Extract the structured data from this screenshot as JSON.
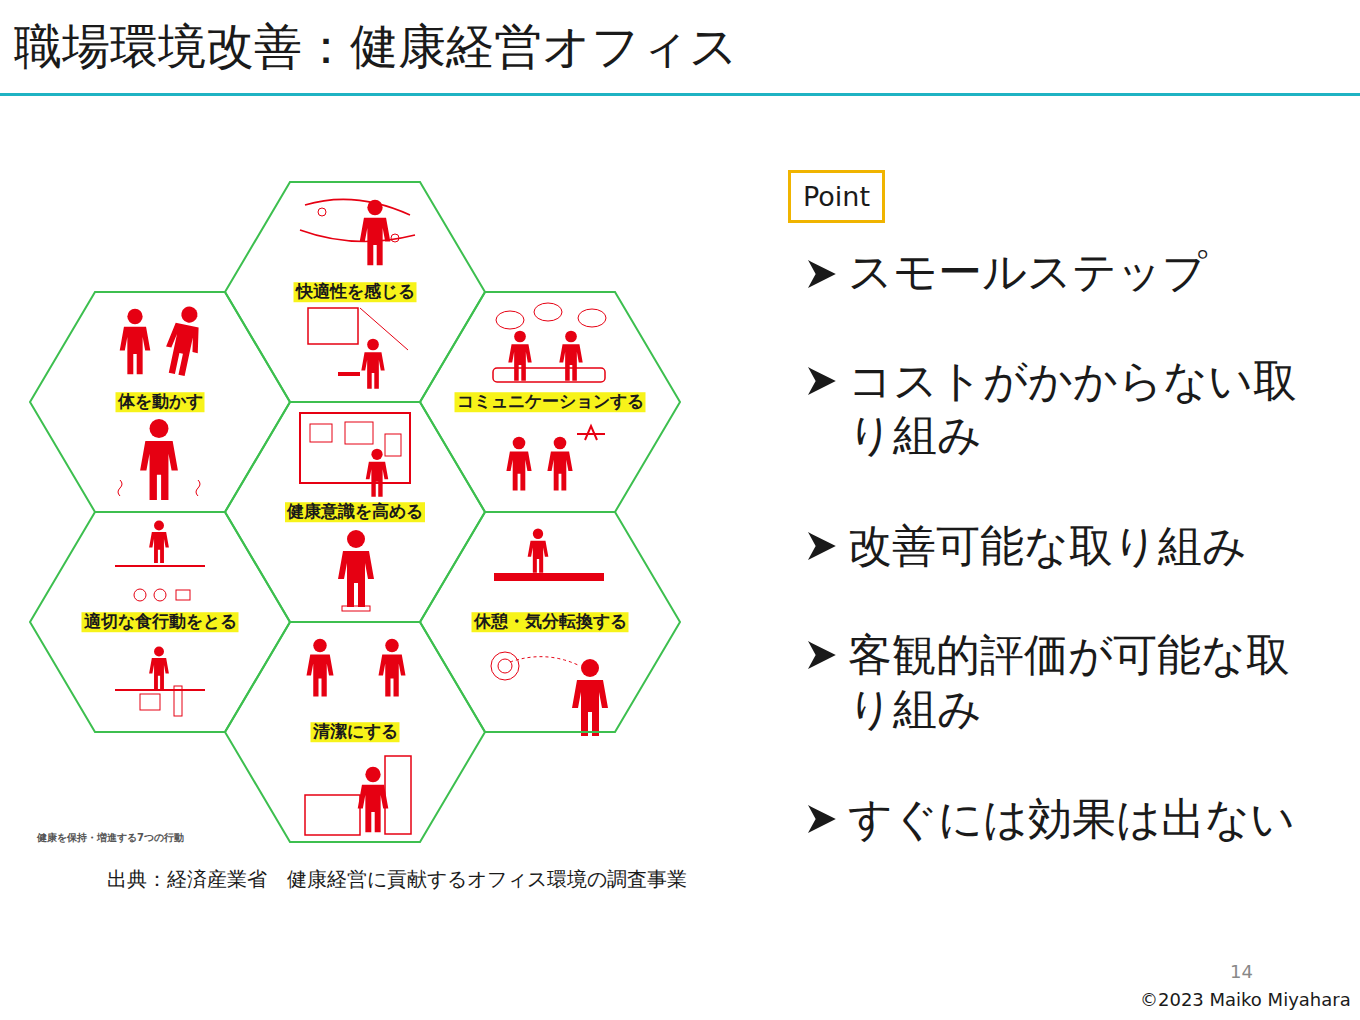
{
  "diagram": {
    "title": "職場環境改善：健康経営オフィス",
    "caption": "出典：経済産業省　健康経営に貢献するオフィス環境の調査事業",
    "nodes": [
      {
        "text": [
          "快適性を感じる"
        ]
      },
      {
        "text": [
          "体を動かす"
        ]
      },
      {
        "text": [
          "コミュニケーションする"
        ]
      },
      {
        "text": [
          "健康意識を高める"
        ]
      },
      {
        "text": [
          "適切な食行動をとる"
        ]
      },
      {
        "text": [
          "休憩・気分転換する"
        ]
      },
      {
        "text": [
          "清潔にする"
        ]
      },
      {
        "text": [
          "Point"
        ]
      }
    ],
    "labels": [
      "健康を保持・増進する7つの行動",
      "スモールステップ",
      "コストがかからない取り組み",
      "改善可能な取り組み",
      "客観的評価が可能な取り組み",
      "すぐには効果は出ない",
      "14",
      "©2023 Maiko Miyahara"
    ]
  }
}
